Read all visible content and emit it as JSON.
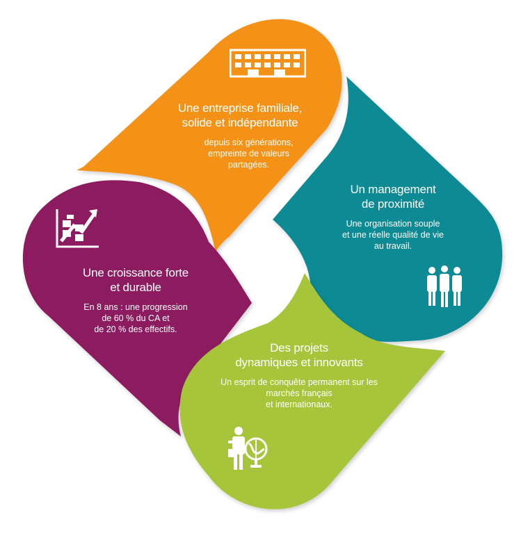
{
  "colors": {
    "orange": "#f39219",
    "teal": "#0f8a94",
    "purple": "#8c1a5e",
    "green": "#a6c53b"
  },
  "cards": [
    {
      "key": "family",
      "color": "#f39219",
      "icon": "factory-icon",
      "title_lines": [
        "Une entreprise familiale,",
        "solide et indépendante"
      ],
      "desc_lines": [
        "depuis six générations,",
        "empreinte de valeurs",
        "partagées."
      ]
    },
    {
      "key": "management",
      "color": "#0f8a94",
      "icon": "team-icon",
      "title_lines": [
        "Un management",
        "de proximité"
      ],
      "desc_lines": [
        "Une organisation souple",
        "et une réelle qualité de vie",
        "au travail."
      ]
    },
    {
      "key": "growth",
      "color": "#8c1a5e",
      "icon": "growth-chart-icon",
      "title_lines": [
        "Une croissance forte",
        "et durable"
      ],
      "desc_lines": [
        "En 8 ans : une progression",
        "de 60 % du CA et",
        "de 20 % des effectifs."
      ]
    },
    {
      "key": "projects",
      "color": "#a6c53b",
      "icon": "globe-presenter-icon",
      "title_lines": [
        "Des projets",
        "dynamiques et innovants"
      ],
      "desc_lines": [
        "Un esprit de conquête permanent sur les",
        "marchés français",
        "et internationaux."
      ]
    }
  ]
}
